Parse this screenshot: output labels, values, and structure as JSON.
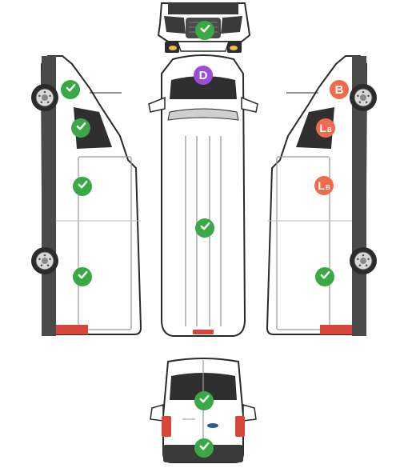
{
  "colors": {
    "ok": "#3aa845",
    "rating_D": "#9b4fd6",
    "rating_B": "#f06a4f",
    "van_outline": "#2a2a2a",
    "van_fill": "#ffffff",
    "tail_light": "#d8463a"
  },
  "icons": {
    "ok": "check-icon"
  },
  "markers": {
    "front_grille": {
      "type": "ok"
    },
    "roof_front": {
      "type": "letter",
      "label": "D",
      "color": "#9b4fd6"
    },
    "roof_middle": {
      "type": "ok"
    },
    "left_front_wheel": {
      "type": "ok"
    },
    "left_window": {
      "type": "ok"
    },
    "left_side_door": {
      "type": "ok"
    },
    "left_rear": {
      "type": "ok"
    },
    "right_front_wheel": {
      "type": "letter",
      "label": "B",
      "color": "#f06a4f"
    },
    "right_window": {
      "type": "lb",
      "label": "L",
      "sub": "B",
      "color": "#f06a4f"
    },
    "right_side_door": {
      "type": "lb",
      "label": "L",
      "sub": "B",
      "color": "#f06a4f"
    },
    "right_rear": {
      "type": "ok"
    },
    "rear_window": {
      "type": "ok"
    },
    "rear_bumper": {
      "type": "ok"
    }
  }
}
